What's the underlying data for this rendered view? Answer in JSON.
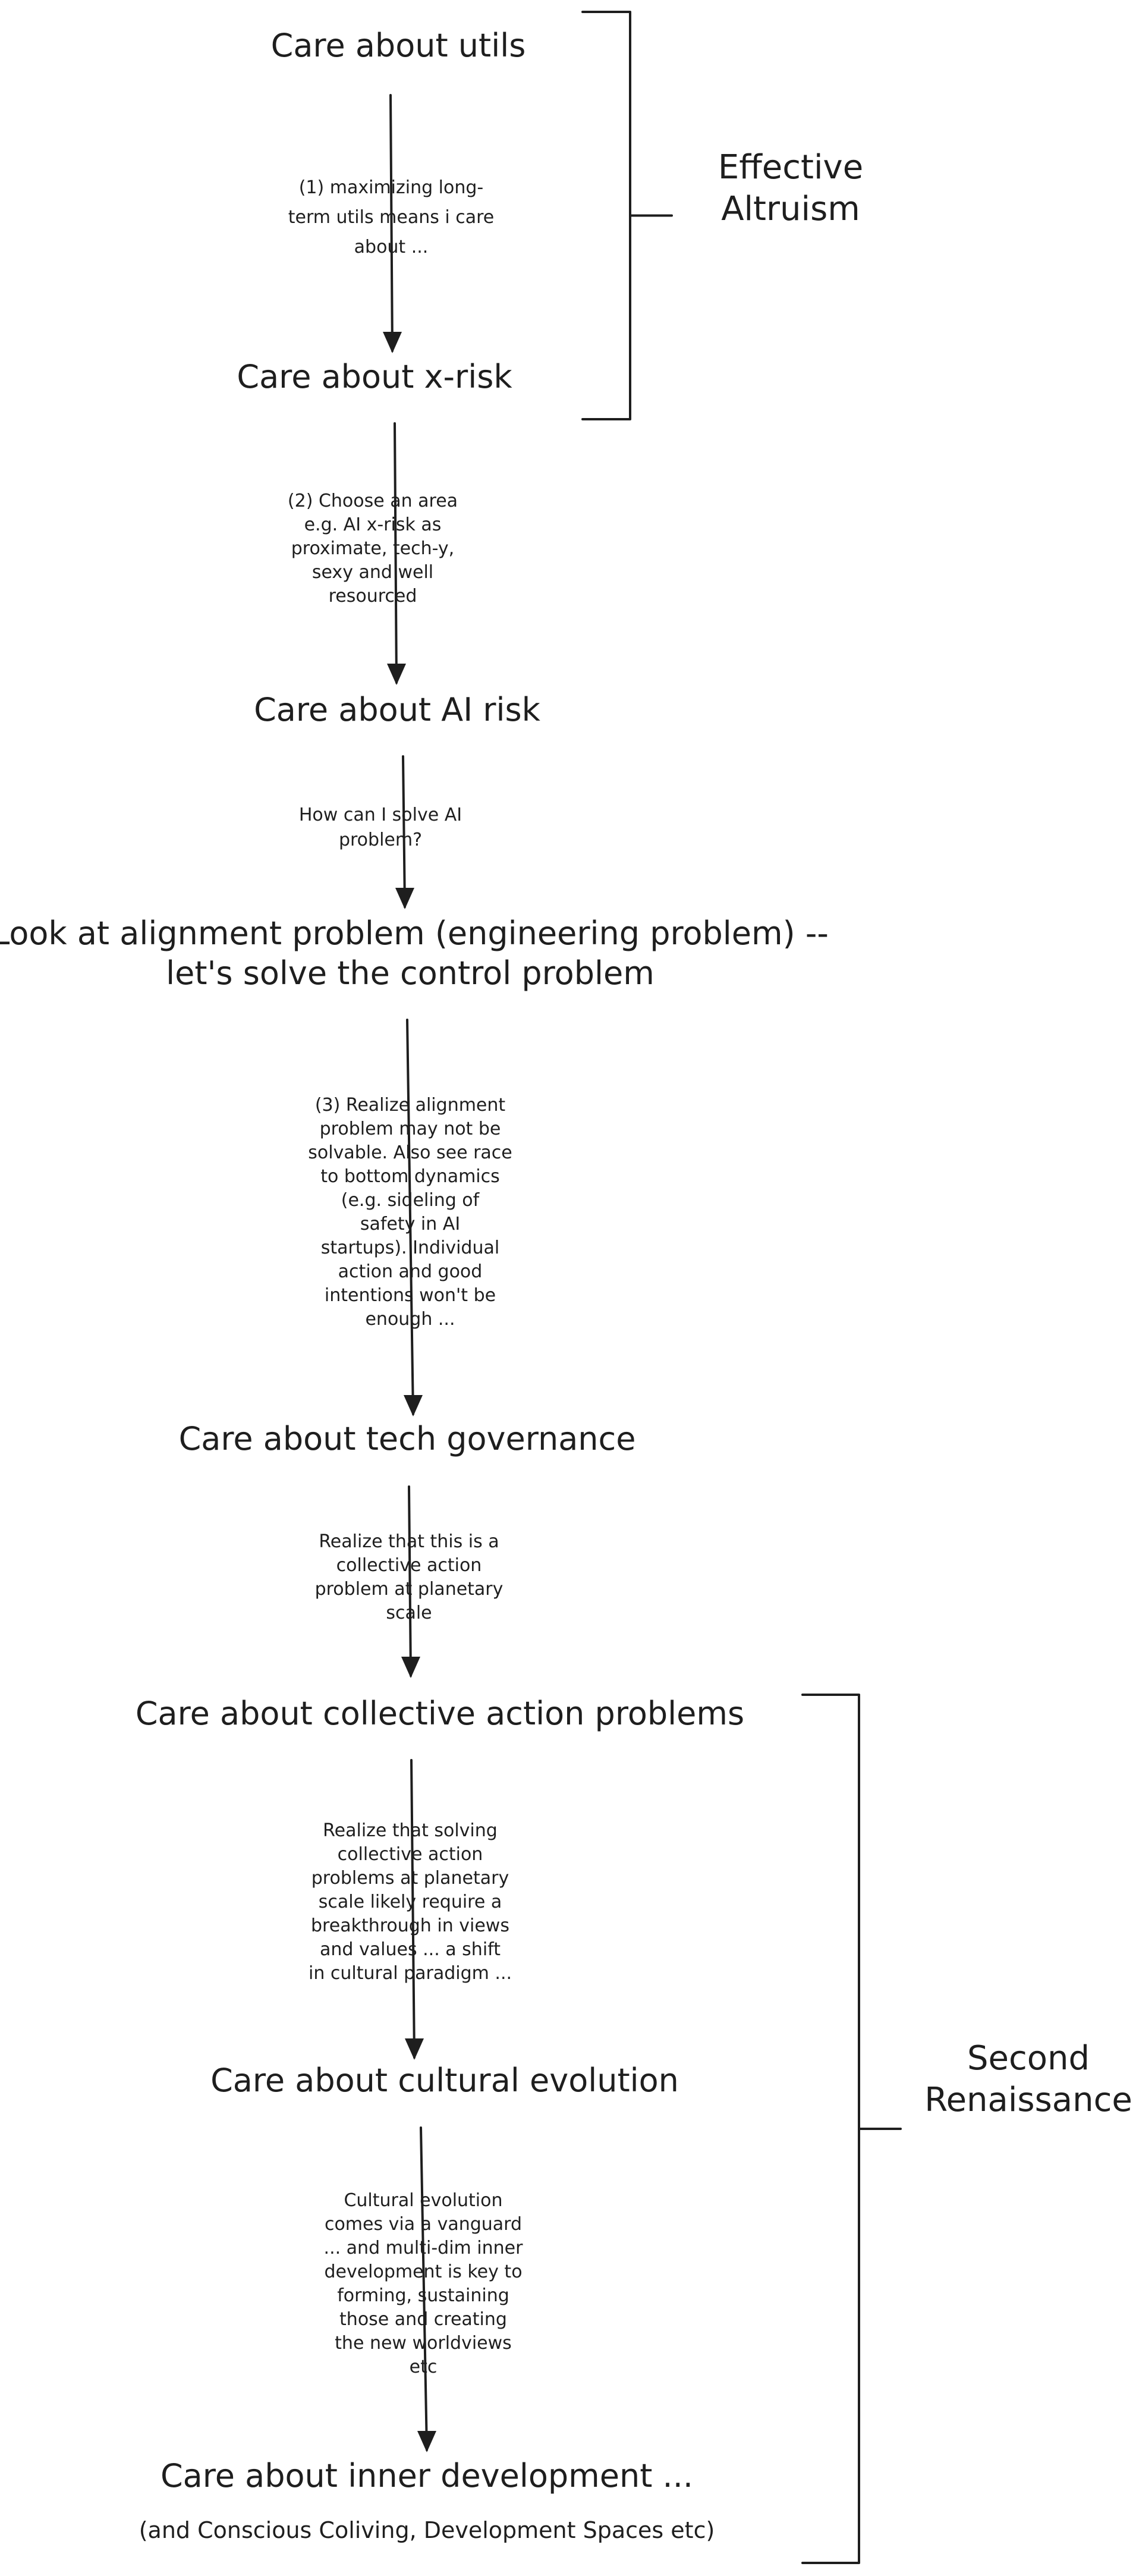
{
  "nodes": [
    {
      "id": "n1",
      "lines": [
        "Care about utils"
      ]
    },
    {
      "id": "n2",
      "lines": [
        "Care about x-risk"
      ]
    },
    {
      "id": "n3",
      "lines": [
        "Care about AI risk"
      ]
    },
    {
      "id": "n4",
      "lines": [
        "Look at alignment problem (engineering problem) --",
        "let's solve the control problem"
      ]
    },
    {
      "id": "n5",
      "lines": [
        "Care about tech governance"
      ]
    },
    {
      "id": "n6",
      "lines": [
        "Care about collective action problems"
      ]
    },
    {
      "id": "n7",
      "lines": [
        "Care about cultural evolution"
      ]
    },
    {
      "id": "n8",
      "lines": [
        "Care about inner development ..."
      ],
      "subtitle": "(and Conscious Coliving, Development Spaces etc)"
    }
  ],
  "edges": [
    {
      "from": "n1",
      "to": "n2",
      "note": [
        "(1) maximizing long-",
        "term utils means i care",
        "about ..."
      ]
    },
    {
      "from": "n2",
      "to": "n3",
      "note": [
        "(2) Choose an area",
        "e.g. AI x-risk as",
        "proximate, tech-y,",
        "sexy and well",
        "resourced"
      ]
    },
    {
      "from": "n3",
      "to": "n4",
      "note": [
        "How can I solve AI",
        "problem?"
      ]
    },
    {
      "from": "n4",
      "to": "n5",
      "note": [
        "(3) Realize alignment",
        "problem may not be",
        "solvable. Also see race",
        "to bottom dynamics",
        "(e.g. sideling of",
        "safety in AI",
        "startups). Individual",
        "action and good",
        "intentions won't be",
        "enough ..."
      ]
    },
    {
      "from": "n5",
      "to": "n6",
      "note": [
        "Realize that this is a",
        "collective action",
        "problem at planetary",
        "scale"
      ]
    },
    {
      "from": "n6",
      "to": "n7",
      "note": [
        "Realize that solving",
        "collective action",
        "problems at planetary",
        "scale likely require a",
        "breakthrough in views",
        "and values ... a shift",
        "in cultural paradigm ..."
      ]
    },
    {
      "from": "n7",
      "to": "n8",
      "note": [
        "Cultural evolution",
        "comes via a vanguard",
        "... and multi-dim inner",
        "development is key to",
        "forming, sustaining",
        "those and creating",
        "the new worldviews",
        "etc"
      ]
    }
  ],
  "groups": [
    {
      "id": "g1",
      "label": [
        "Effective",
        "Altruism"
      ],
      "spans": [
        "n1",
        "n2"
      ]
    },
    {
      "id": "g2",
      "label": [
        "Second",
        "Renaissance"
      ],
      "spans": [
        "n6",
        "n8"
      ]
    }
  ]
}
